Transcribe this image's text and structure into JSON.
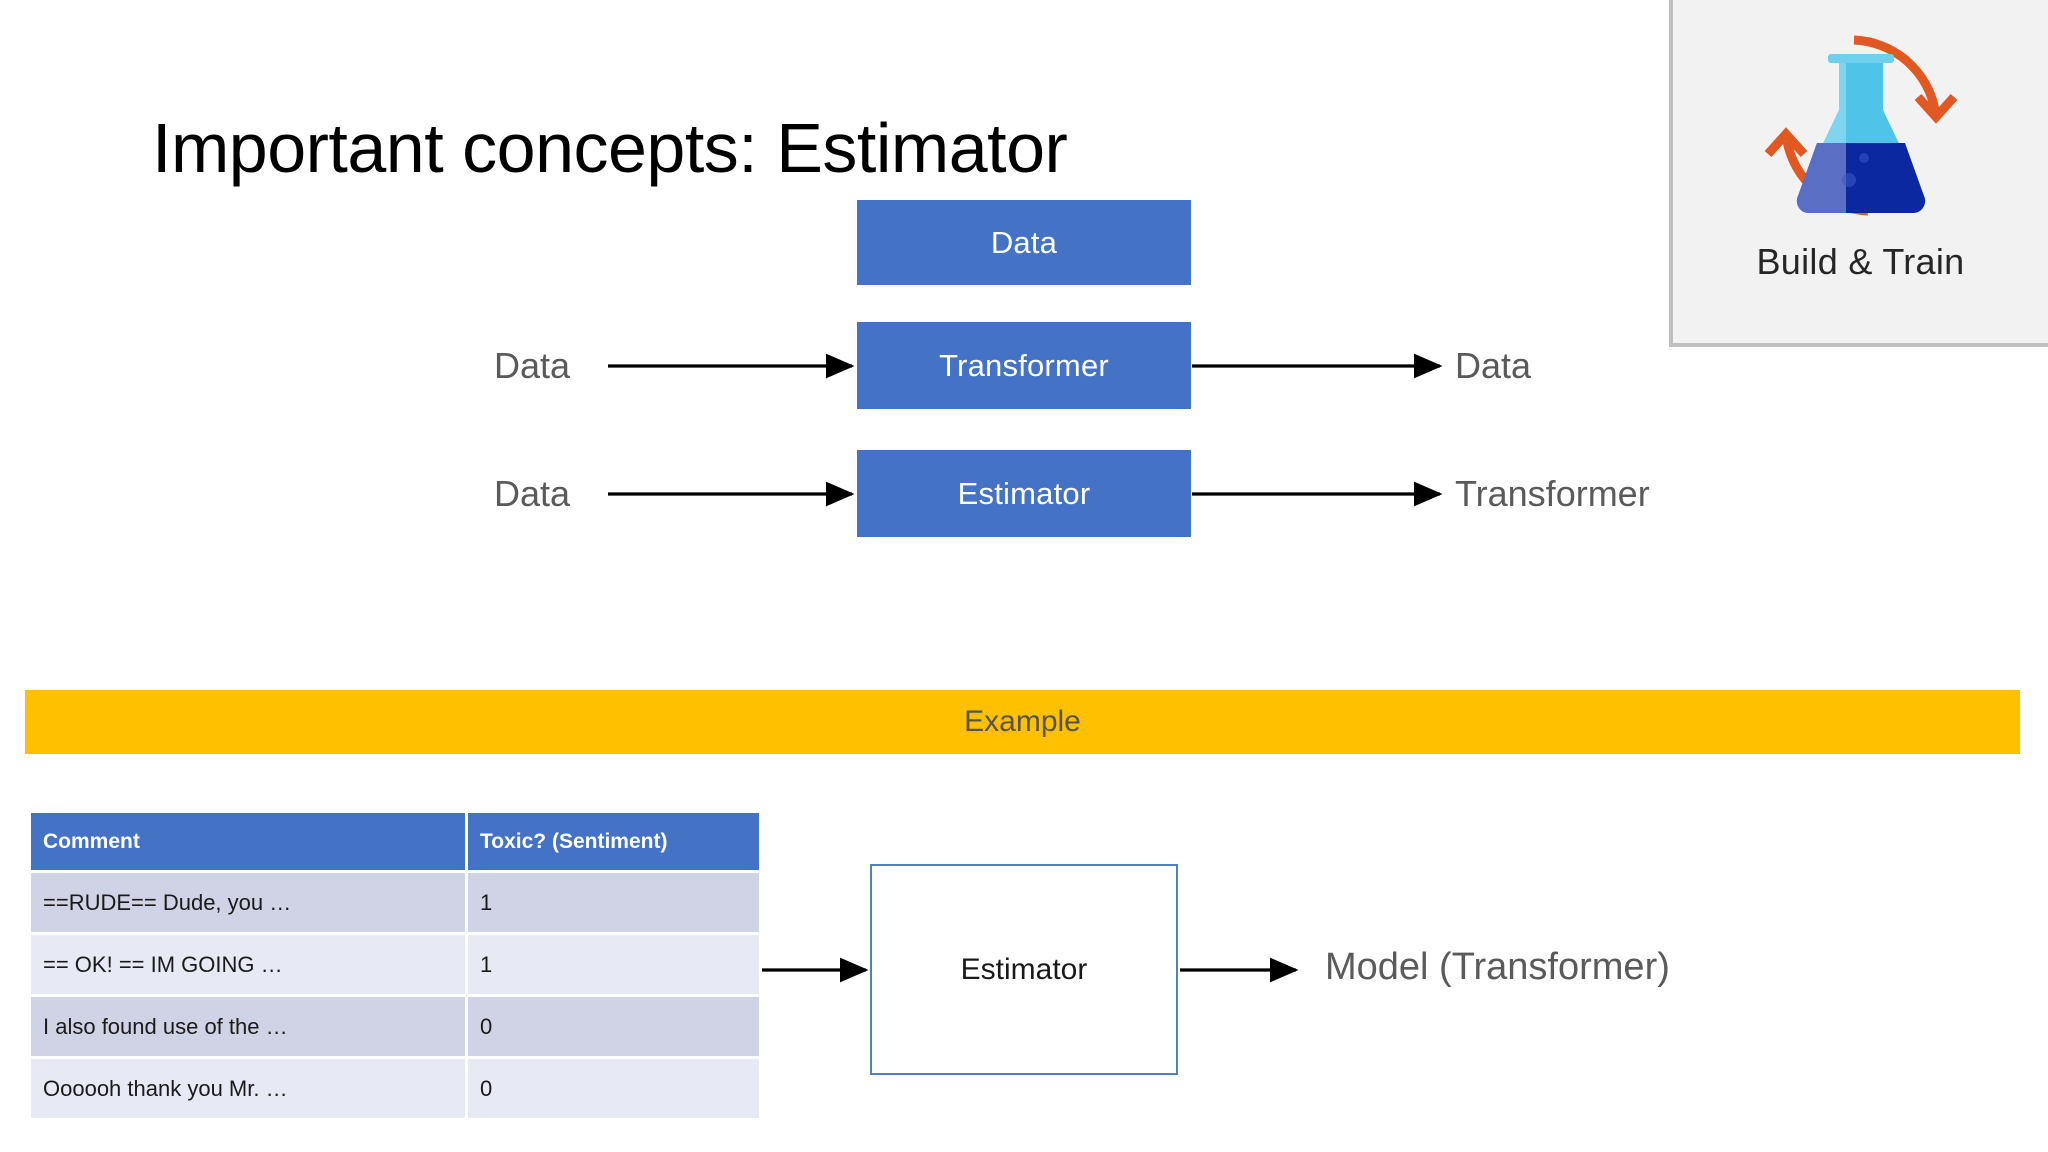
{
  "slide": {
    "title": "Important concepts: Estimator",
    "background_color": "#FFFFFF"
  },
  "theme": {
    "box_blue": "#4472C4",
    "banner_amber": "#FFC000",
    "table_header_blue": "#4472C4",
    "row_alt": "#D0D3E5",
    "row_base": "#E7E9F5",
    "label_gray": "#5A5A5A",
    "estimator_outline": "#4E81BD",
    "card_bg": "#F2F2F2",
    "card_border": "#BFBFBF",
    "arrow_color": "#000000",
    "flask_light": "#50C8F0",
    "flask_dark": "#0C28A0",
    "cycle_arrow_orange": "#E25822"
  },
  "flow_diagram": {
    "boxes": [
      {
        "label": "Data",
        "name": "data-box"
      },
      {
        "label": "Transformer",
        "name": "transformer-box"
      },
      {
        "label": "Estimator",
        "name": "estimator-box"
      }
    ],
    "transformer_row": {
      "input": "Data",
      "output": "Data"
    },
    "estimator_row": {
      "input": "Data",
      "output": "Transformer"
    }
  },
  "example": {
    "banner_label": "Example",
    "table": {
      "columns": [
        "Comment",
        "Toxic? (Sentiment)"
      ],
      "rows": [
        {
          "comment": "==RUDE== Dude, you …",
          "toxic": "1"
        },
        {
          "comment": "== OK! == IM GOING …",
          "toxic": "1"
        },
        {
          "comment": "I also found use of the …",
          "toxic": "0"
        },
        {
          "comment": "Oooooh thank you Mr.  …",
          "toxic": "0"
        }
      ]
    },
    "estimator_box_label": "Estimator",
    "output_label": "Model (Transformer)"
  },
  "badge": {
    "caption": "Build & Train",
    "icon": "flask-cycle-icon"
  }
}
